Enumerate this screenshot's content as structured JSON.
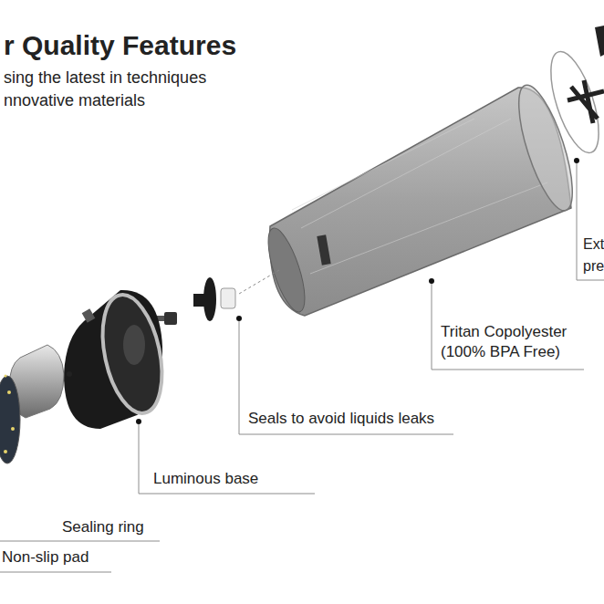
{
  "diagram": {
    "title": "r Quality Features",
    "labels": [
      "sing the latest in techniques",
      "nnovative materials",
      "Ext",
      "pre",
      "Tritan Copolyester (100% BPA Free)",
      "Seals to avoid liquids leaks",
      "Luminous base",
      "Sealing ring",
      "Non-slip pad"
    ]
  }
}
